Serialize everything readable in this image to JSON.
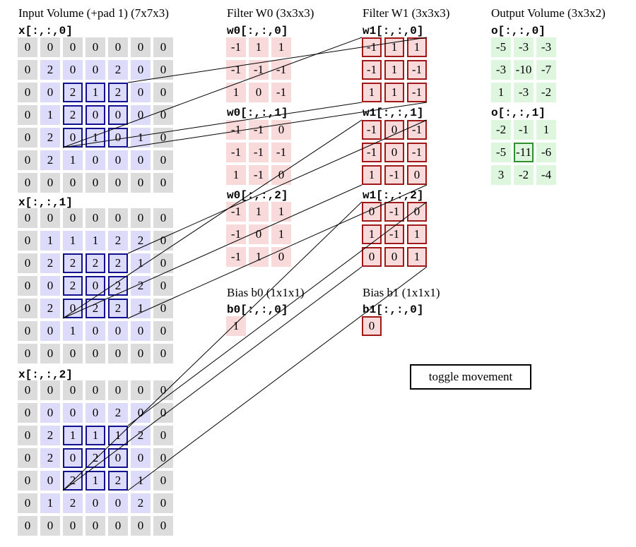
{
  "titles": {
    "input": "Input Volume (+pad 1) (7x7x3)",
    "w0": "Filter W0 (3x3x3)",
    "w1": "Filter W1 (3x3x3)",
    "output": "Output Volume (3x3x2)",
    "b0": "Bias b0 (1x1x1)",
    "b1": "Bias b1 (1x1x1)"
  },
  "input": {
    "labels": [
      "x[:,:,0]",
      "x[:,:,1]",
      "x[:,:,2]"
    ],
    "slices": [
      [
        [
          0,
          0,
          0,
          0,
          0,
          0,
          0
        ],
        [
          0,
          2,
          0,
          0,
          2,
          0,
          0
        ],
        [
          0,
          0,
          2,
          1,
          2,
          0,
          0
        ],
        [
          0,
          1,
          2,
          0,
          0,
          0,
          0
        ],
        [
          0,
          2,
          0,
          1,
          0,
          1,
          0
        ],
        [
          0,
          2,
          1,
          0,
          0,
          0,
          0
        ],
        [
          0,
          0,
          0,
          0,
          0,
          0,
          0
        ]
      ],
      [
        [
          0,
          0,
          0,
          0,
          0,
          0,
          0
        ],
        [
          0,
          1,
          1,
          1,
          2,
          2,
          0
        ],
        [
          0,
          2,
          2,
          2,
          2,
          1,
          0
        ],
        [
          0,
          0,
          2,
          0,
          2,
          2,
          0
        ],
        [
          0,
          2,
          0,
          2,
          2,
          1,
          0
        ],
        [
          0,
          0,
          1,
          0,
          0,
          0,
          0
        ],
        [
          0,
          0,
          0,
          0,
          0,
          0,
          0
        ]
      ],
      [
        [
          0,
          0,
          0,
          0,
          0,
          0,
          0
        ],
        [
          0,
          0,
          0,
          0,
          2,
          0,
          0
        ],
        [
          0,
          2,
          1,
          1,
          1,
          2,
          0
        ],
        [
          0,
          2,
          0,
          2,
          0,
          0,
          0
        ],
        [
          0,
          0,
          2,
          1,
          2,
          1,
          0
        ],
        [
          0,
          1,
          2,
          0,
          0,
          2,
          0
        ],
        [
          0,
          0,
          0,
          0,
          0,
          0,
          0
        ]
      ]
    ]
  },
  "w0": {
    "labels": [
      "w0[:,:,0]",
      "w0[:,:,1]",
      "w0[:,:,2]"
    ],
    "slices": [
      [
        [
          -1,
          1,
          1
        ],
        [
          -1,
          -1,
          -1
        ],
        [
          1,
          0,
          -1
        ]
      ],
      [
        [
          -1,
          -1,
          0
        ],
        [
          -1,
          -1,
          -1
        ],
        [
          1,
          -1,
          0
        ]
      ],
      [
        [
          -1,
          1,
          1
        ],
        [
          -1,
          0,
          1
        ],
        [
          -1,
          1,
          0
        ]
      ]
    ]
  },
  "w1": {
    "labels": [
      "w1[:,:,0]",
      "w1[:,:,1]",
      "w1[:,:,2]"
    ],
    "slices": [
      [
        [
          -1,
          1,
          1
        ],
        [
          -1,
          1,
          -1
        ],
        [
          1,
          1,
          -1
        ]
      ],
      [
        [
          -1,
          0,
          -1
        ],
        [
          -1,
          0,
          -1
        ],
        [
          1,
          -1,
          0
        ]
      ],
      [
        [
          0,
          -1,
          0
        ],
        [
          1,
          -1,
          1
        ],
        [
          0,
          0,
          1
        ]
      ]
    ]
  },
  "b0": {
    "label": "b0[:,:,0]",
    "value": 1
  },
  "b1": {
    "label": "b1[:,:,0]",
    "value": 0
  },
  "output": {
    "labels": [
      "o[:,:,0]",
      "o[:,:,1]"
    ],
    "slices": [
      [
        [
          -5,
          -3,
          -3
        ],
        [
          -3,
          -10,
          -7
        ],
        [
          1,
          -3,
          -2
        ]
      ],
      [
        [
          -2,
          -1,
          1
        ],
        [
          -5,
          -11,
          -6
        ],
        [
          3,
          -2,
          -4
        ]
      ]
    ]
  },
  "highlight": {
    "input_row": 1,
    "input_col": 1,
    "filter": 1,
    "output_row": 1,
    "output_col": 1
  },
  "toggle_label": "toggle movement",
  "colors": {
    "pad": "#dcdcdc",
    "input": "#dcdcfa",
    "filter": "#f8dada",
    "output": "#ddf6dd",
    "input_highlight": "#101090",
    "filter_highlight": "#a01818",
    "output_highlight": "#2f8f2f"
  }
}
